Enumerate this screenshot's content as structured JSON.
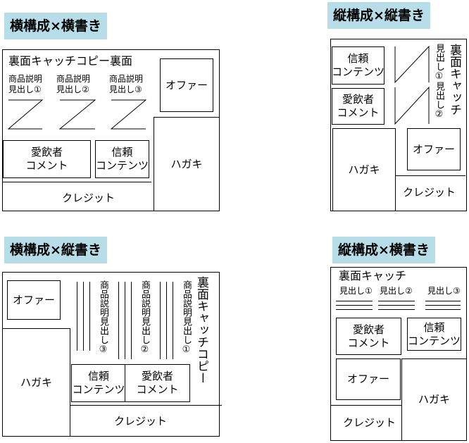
{
  "diagrams": {
    "h_h": {
      "title": "横構成×横書き",
      "copy": "裏面キャッチコピー裏面",
      "heading1": "商品説明\n見出し①",
      "heading2": "商品説明\n見出し②",
      "heading3": "商品説明\n見出し③",
      "offer": "オファー",
      "comment": "愛飲者\nコメント",
      "trust": "信頼\nコンテンツ",
      "hagaki": "ハガキ",
      "credit": "クレジット"
    },
    "v_v": {
      "title": "縦構成×縦書き",
      "trust": "信頼\nコンテンツ",
      "comment": "愛飲者\nコメント",
      "copy": "裏面キャッチ",
      "heading": "見出し①見出し②",
      "hagaki": "ハガキ",
      "offer": "オファー",
      "credit": "クレジット"
    },
    "h_v": {
      "title": "横構成×縦書き",
      "offer": "オファー",
      "heading3": "商品説明見出し③",
      "heading2": "商品説明見出し②",
      "heading1": "商品説明見出し①",
      "copy": "裏面キャッチコピー",
      "hagaki": "ハガキ",
      "trust": "信頼\nコンテンツ",
      "comment": "愛飲者\nコメント",
      "credit": "クレジット"
    },
    "v_h": {
      "title": "縦構成×横書き",
      "copy": "裏面キャッチ",
      "heading1": "見出し①",
      "heading2": "見出し②",
      "heading3": "見出し③",
      "comment": "愛飲者\nコメント",
      "trust": "信頼\nコンテンツ",
      "offer": "オファー",
      "hagaki": "ハガキ",
      "credit": "クレジット"
    }
  }
}
